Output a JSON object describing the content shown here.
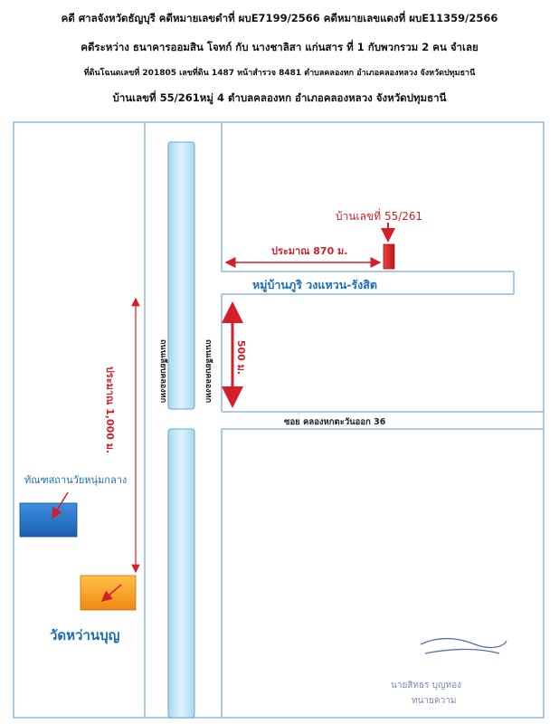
{
  "header": {
    "line1": "คดี ศาลจังหวัดธัญบุรี  คดีหมายเลขดำที่ ผบE7199/2566  คดีหมายเลขแดงที่ ผบE11359/2566",
    "line2": "คดีระหว่าง  ธนาคารออมสิน  โจทก์ กับ นางชาลิสา แก่นสาร ที่ 1 กับพวกรวม 2 คน จำเลย",
    "line3": "ที่ดินโฉนดเลขที่ 201805 เลขที่ดิน 1487 หน้าสำรวจ 8481 ตำบลคลองหก อำเภอคลองหลวง จังหวัดปทุมธานี",
    "line4": "บ้านเลขที่ 55/261หมู่ 4 ตำบลคลองหก อำเภอคลองหลวง จังหวัดปทุมธานี"
  },
  "map": {
    "house_label": "บ้านเลขที่ 55/261",
    "distance_870": "ประมาณ 870 ม.",
    "village_road": "หมู่บ้านภูริ วงแหวน-รังสิต",
    "distance_500": "500 ม.",
    "soi_label": "ซอย คลองหกตะวันออก 36",
    "distance_1000": "ประมาณ 1,000 ม.",
    "road_left": "ถนนเลียบคลองหก",
    "road_right": "ถนนเลียบคลองหก",
    "landmark_blue": "ทัณฑสถานวัยหนุ่มกลาง",
    "landmark_orange": "วัดหว่านบุญ",
    "signature_name": "นายสิทธร  บุญทอง",
    "signature_title": "ทนายความ"
  },
  "colors": {
    "road_line": "#8fb8dc",
    "canal_fill": "#bfe3f5",
    "red": "#d21f2a",
    "blue_text": "#1a6fb8",
    "blue_box": "#1e6bc2",
    "orange_box": "#f39a1e"
  }
}
